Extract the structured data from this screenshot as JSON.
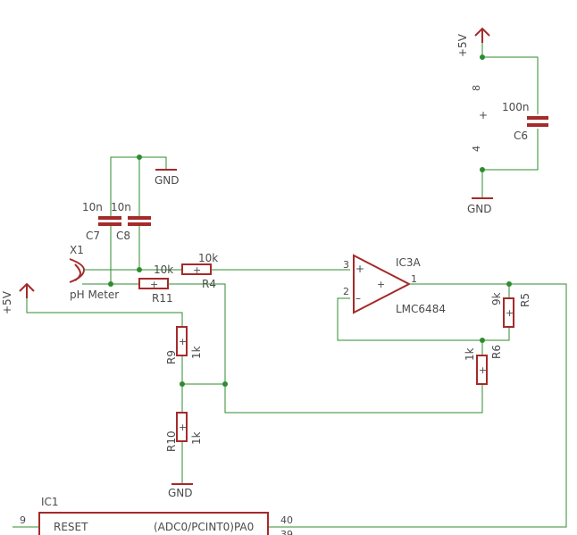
{
  "labels": {
    "vcc": "+5V",
    "gnd": "GND",
    "c6_value": "100n",
    "c6_name": "C6",
    "c7_value": "10n",
    "c7_name": "C7",
    "c8_value": "10n",
    "c8_name": "C8",
    "x1_name": "X1",
    "x1_value": "pH Meter",
    "r4_value": "10k",
    "r4_name": "R4",
    "r11_value": "10k",
    "r11_name": "R11",
    "r9_name": "R9",
    "r9_value": "1k",
    "r10_name": "R10",
    "r10_value": "1k",
    "r5_value": "9k",
    "r5_name": "R5",
    "r6_value": "1k",
    "r6_name": "R6",
    "ic3a_name": "IC3A",
    "ic3a_value": "LMC6484",
    "ic1_name": "IC1",
    "reset": "RESET",
    "adc0": "(ADC0/PCINT0)PA0",
    "pin8": "8",
    "pin4": "4",
    "pin1": "1",
    "pin2": "2",
    "pin3": "3",
    "pin9": "9",
    "pin40": "40",
    "pin39": "39",
    "plus": "+",
    "minus": "–"
  }
}
